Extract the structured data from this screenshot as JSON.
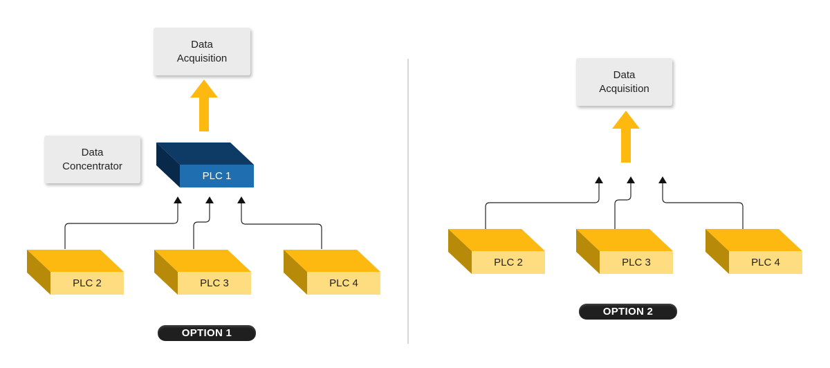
{
  "option1": {
    "acquisition": {
      "line1": "Data",
      "line2": "Acquisition"
    },
    "concentrator": {
      "line1": "Data",
      "line2": "Concentrator"
    },
    "hub": "PLC 1",
    "plcs": [
      "PLC 2",
      "PLC 3",
      "PLC 4"
    ],
    "label": "OPTION 1"
  },
  "option2": {
    "acquisition": {
      "line1": "Data",
      "line2": "Acquisition"
    },
    "plcs": [
      "PLC 2",
      "PLC 3",
      "PLC 4"
    ],
    "label": "OPTION 2"
  },
  "colors": {
    "plc_front": "#fddd80",
    "plc_top": "#fdb90f",
    "plc_side": "#b88a0a",
    "hub_front": "#1f6fb0",
    "hub_top": "#0e3a66",
    "hub_side": "#08294a",
    "arrow": "#fdb90f",
    "connector": "#222222",
    "pill": "#1f1f1f"
  }
}
